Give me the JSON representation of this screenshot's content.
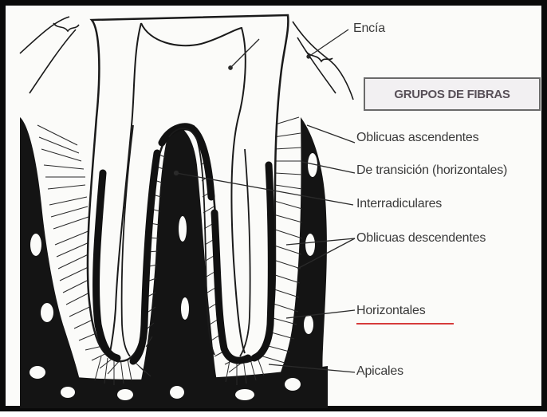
{
  "title": "GRUPOS DE FIBRAS",
  "labels": {
    "encia": "Encía",
    "oblicuas_ascendentes": "Oblicuas ascendentes",
    "de_transicion": "De transición (horizontales)",
    "interradiculares": "Interradiculares",
    "oblicuas_descendentes": "Oblicuas descendentes",
    "horizontales": "Horizontales",
    "apicales": "Apicales"
  },
  "colors": {
    "ink": "#1a1a1a",
    "bone": "#141414",
    "highlight_underline": "#d63b3b"
  }
}
